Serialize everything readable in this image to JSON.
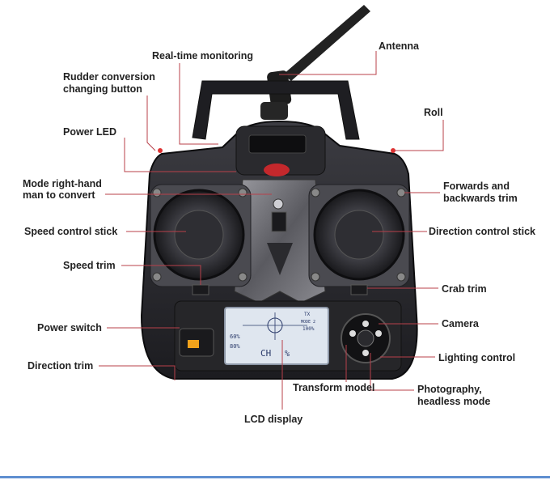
{
  "labels": {
    "real_time_monitoring": "Real-time monitoring",
    "antenna": "Antenna",
    "rudder_conversion_line1": "Rudder conversion",
    "rudder_conversion_line2": "changing button",
    "roll": "Roll",
    "power_led": "Power LED",
    "mode_line1": "Mode right-hand",
    "mode_line2": "man to convert",
    "forwards_trim_line1": "Forwards and",
    "forwards_trim_line2": "backwards trim",
    "speed_control_stick": "Speed control stick",
    "direction_control_stick": "Direction control stick",
    "speed_trim": "Speed trim",
    "crab_trim": "Crab trim",
    "power_switch": "Power switch",
    "camera": "Camera",
    "direction_trim": "Direction trim",
    "lighting_control": "Lighting control",
    "transform_model": "Transform model",
    "photography_line1": "Photography,",
    "photography_line2": "headless mode",
    "lcd_display": "LCD display"
  },
  "lcd": {
    "channel_label": "CH",
    "percent_sign": "%",
    "left_value_1": "60%",
    "left_value_2": "80%",
    "right_mode": "MODE 2",
    "right_value": "100%",
    "top_indicator": "TX"
  },
  "colors": {
    "leader_line": "#b8404a",
    "body": "#2b2b2e",
    "lcd_background": "#dfe6ef",
    "bottom_rule": "#5f8fd0"
  }
}
